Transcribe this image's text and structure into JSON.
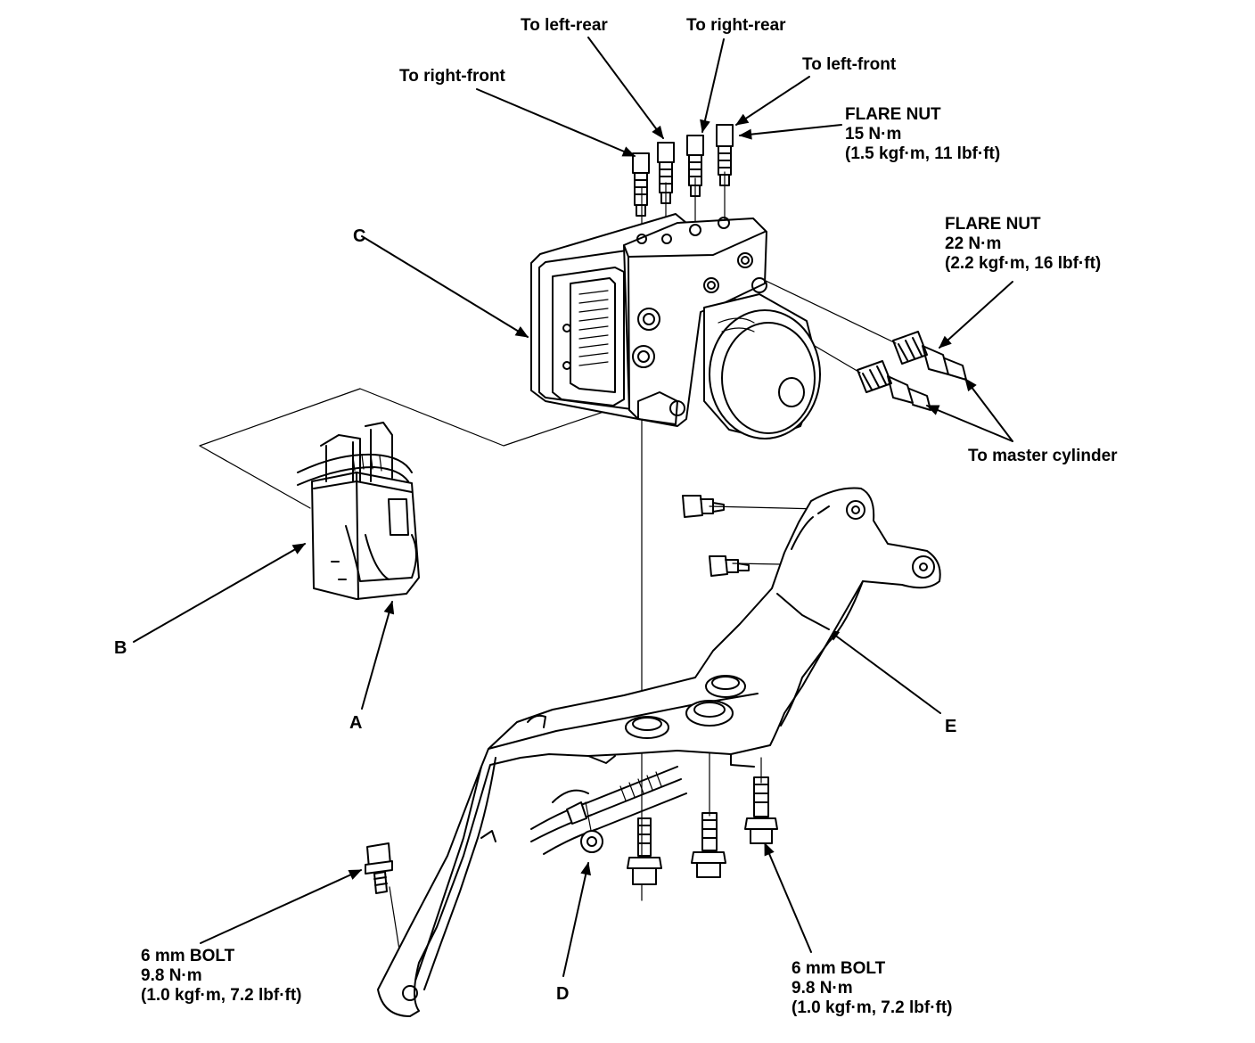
{
  "labels": {
    "to_left_rear": "To left-rear",
    "to_right_rear": "To right-rear",
    "to_right_front": "To right-front",
    "to_left_front": "To left-front",
    "to_master_cylinder": "To master cylinder"
  },
  "flare_nut_15": {
    "title": "FLARE NUT",
    "torque_nm": "15 N·m",
    "torque_alt": "(1.5 kgf·m, 11 lbf·ft)"
  },
  "flare_nut_22": {
    "title": "FLARE NUT",
    "torque_nm": "22 N·m",
    "torque_alt": "(2.2 kgf·m, 16 lbf·ft)"
  },
  "bolt_left": {
    "title": "6 mm BOLT",
    "torque_nm": "9.8 N·m",
    "torque_alt": "(1.0 kgf·m, 7.2 lbf·ft)"
  },
  "bolt_right": {
    "title": "6 mm BOLT",
    "torque_nm": "9.8 N·m",
    "torque_alt": "(1.0 kgf·m, 7.2 lbf·ft)"
  },
  "callouts": {
    "a": "A",
    "b": "B",
    "c": "C",
    "d": "D",
    "e": "E"
  }
}
